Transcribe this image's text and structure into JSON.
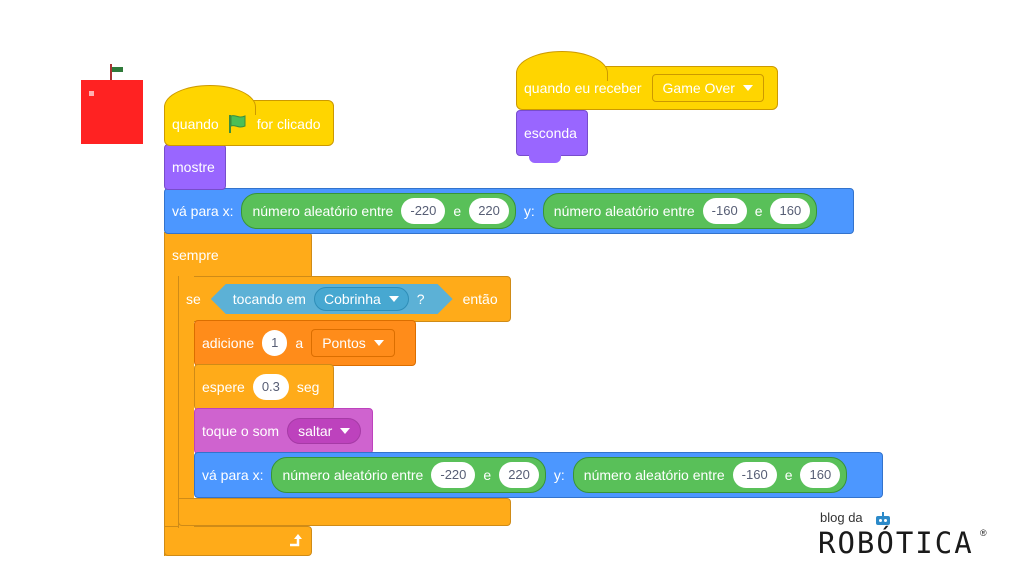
{
  "script_main": {
    "hat_label_1": "quando",
    "hat_label_2": "for clicado",
    "show_label": "mostre",
    "goto1": {
      "label": "vá para x:",
      "rand_x": {
        "label": "número aleatório entre",
        "from": "-220",
        "and": "e",
        "to": "220"
      },
      "y_label": "y:",
      "rand_y": {
        "label": "número aleatório entre",
        "from": "-160",
        "and": "e",
        "to": "160"
      }
    },
    "forever_label": "sempre",
    "if": {
      "label": "se",
      "touching_label": "tocando em",
      "touching_target": "Cobrinha",
      "question": "?",
      "then_label": "então"
    },
    "change_var": {
      "label": "adicione",
      "value": "1",
      "a_label": "a",
      "variable": "Pontos"
    },
    "wait": {
      "label": "espere",
      "value": "0.3",
      "unit": "seg"
    },
    "play_sound": {
      "label": "toque o som",
      "sound": "saltar"
    },
    "goto2": {
      "label": "vá para x:",
      "rand_x": {
        "label": "número aleatório entre",
        "from": "-220",
        "and": "e",
        "to": "220"
      },
      "y_label": "y:",
      "rand_y": {
        "label": "número aleatório entre",
        "from": "-160",
        "and": "e",
        "to": "160"
      }
    }
  },
  "script_game_over": {
    "hat_label": "quando eu receber",
    "message": "Game Over",
    "hide_label": "esconda"
  },
  "logo": {
    "small": "blog da",
    "big": "ROBÓTICA",
    "reg": "®"
  },
  "icons": {
    "green_flag": "green-flag-icon",
    "loop_arrow": "loop-arrow-icon",
    "dropdown": "caret-down-icon"
  },
  "colors": {
    "events": "#ffd500",
    "looks": "#9966ff",
    "motion": "#4c97ff",
    "operators": "#59c059",
    "control": "#ffab19",
    "sensing": "#5cb1d6",
    "variables": "#ff8c1a",
    "sound": "#cf63cf",
    "sprite": "#ff2222"
  }
}
